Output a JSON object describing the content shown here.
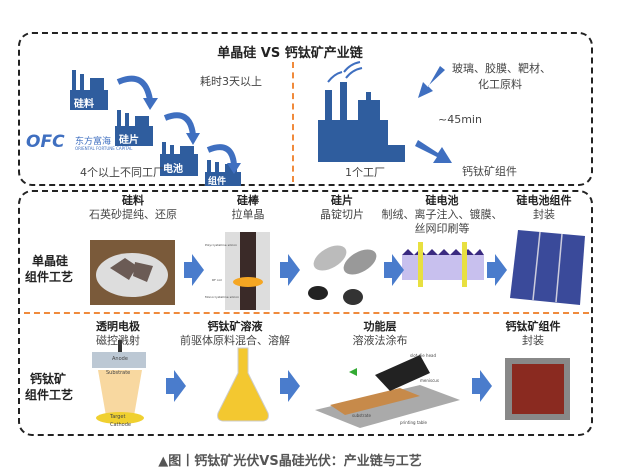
{
  "top": {
    "title": "单晶硅 VS 钙钛矿产业链",
    "left": {
      "factories": [
        "硅料",
        "硅片",
        "电池",
        "组件"
      ],
      "duration": "耗时3天以上",
      "summary": "4个以上不同工厂",
      "logo": {
        "mark": "OFC",
        "cn": "东方富海",
        "en": "ORIENTAL FORTUNE CAPITAL"
      }
    },
    "right": {
      "inputs_line1": "玻璃、胶膜、靶材、",
      "inputs_line2": "化工原料",
      "duration": "~45min",
      "summary": "1个工厂",
      "output": "钙钛矿组件"
    }
  },
  "silicon": {
    "row_label_1": "单晶硅",
    "row_label_2": "组件工艺",
    "steps": [
      {
        "title": "硅料",
        "desc": "石英砂提纯、还原",
        "desc2": ""
      },
      {
        "title": "硅棒",
        "desc": "拉单晶",
        "desc2": ""
      },
      {
        "title": "硅片",
        "desc": "晶锭切片",
        "desc2": ""
      },
      {
        "title": "硅电池",
        "desc": "制绒、离子注入、镀膜、",
        "desc2": "丝网印刷等"
      },
      {
        "title": "硅电池组件",
        "desc": "封装",
        "desc2": ""
      }
    ],
    "diagram_labels": [
      "Polycrystalline silicon",
      "RF coil",
      "Monocrystalline silicon"
    ]
  },
  "perovskite": {
    "row_label_1": "钙钛矿",
    "row_label_2": "组件工艺",
    "steps": [
      {
        "title": "透明电极",
        "desc": "磁控溅射"
      },
      {
        "title": "钙钛矿溶液",
        "desc": "前驱体原料混合、溶解"
      },
      {
        "title": "功能层",
        "desc": "溶液法涂布"
      },
      {
        "title": "钙钛矿组件",
        "desc": "封装"
      }
    ],
    "sputter_labels": [
      "Anode",
      "Substrate",
      "Target",
      "Cathode"
    ],
    "coating_labels": [
      "slot-die head",
      "meniscus",
      "substrate",
      "printing table"
    ]
  },
  "caption": "▲图丨钙钛矿光伏VS晶硅光伏：产业链与工艺",
  "colors": {
    "blue": "#3f6fc0",
    "factory": "#2f5d9e",
    "orange": "#f08a3c"
  }
}
